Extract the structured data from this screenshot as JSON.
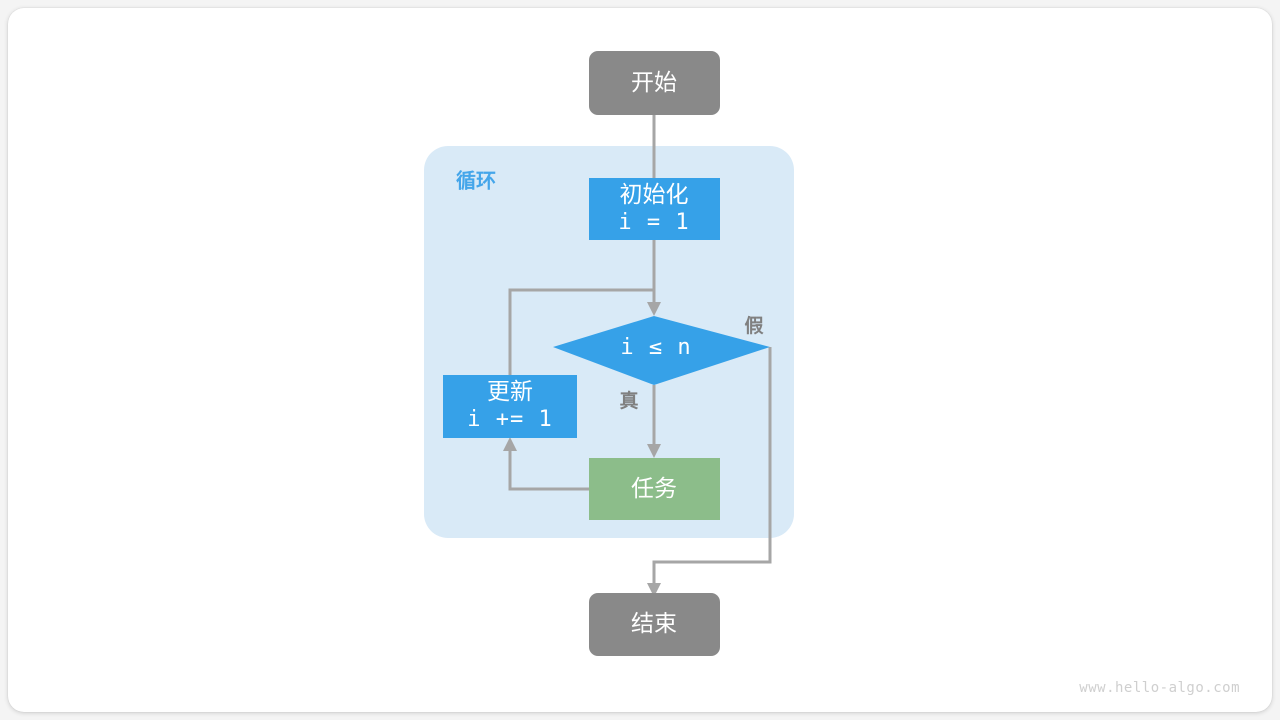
{
  "diagram": {
    "title": "for-loop-flowchart",
    "watermark": "www.hello-algo.com",
    "colors": {
      "start_end": "#898989",
      "process": "#36a1e8",
      "task": "#8cbd8a",
      "group_bg": "#d9eaf7",
      "group_label": "#45a6ea",
      "connector": "#a6a6a6",
      "edge_label": "#808080",
      "card": "#ffffff",
      "page": "#f4f4f4"
    },
    "group": {
      "label": "循环"
    },
    "nodes": {
      "start": {
        "label": "开始",
        "shape": "rounded-rect",
        "color": "#898989"
      },
      "init": {
        "line1": "初始化",
        "line2": "i = 1",
        "shape": "rect",
        "color": "#36a1e8"
      },
      "condition": {
        "label": "i ≤ n",
        "shape": "diamond",
        "color": "#36a1e8"
      },
      "update": {
        "line1": "更新",
        "line2": "i += 1",
        "shape": "rect",
        "color": "#36a1e8"
      },
      "task": {
        "label": "任务",
        "shape": "rect",
        "color": "#8cbd8a"
      },
      "end": {
        "label": "结束",
        "shape": "rounded-rect",
        "color": "#898989"
      }
    },
    "edge_labels": {
      "true": "真",
      "false": "假"
    }
  }
}
